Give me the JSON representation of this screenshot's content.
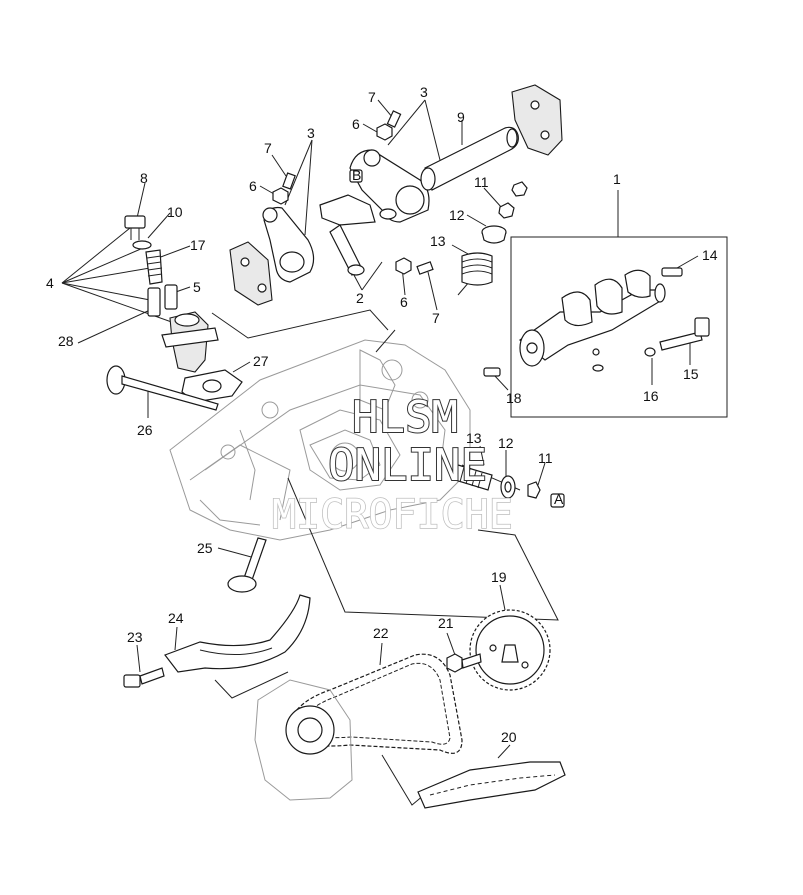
{
  "callouts": [
    {
      "id": "c1",
      "text": "1"
    },
    {
      "id": "c2",
      "text": "2"
    },
    {
      "id": "c3a",
      "text": "3"
    },
    {
      "id": "c3b",
      "text": "3"
    },
    {
      "id": "c4",
      "text": "4"
    },
    {
      "id": "c5",
      "text": "5"
    },
    {
      "id": "c6a",
      "text": "6"
    },
    {
      "id": "c6b",
      "text": "6"
    },
    {
      "id": "c6c",
      "text": "6"
    },
    {
      "id": "c7a",
      "text": "7"
    },
    {
      "id": "c7b",
      "text": "7"
    },
    {
      "id": "c7c",
      "text": "7"
    },
    {
      "id": "c8",
      "text": "8"
    },
    {
      "id": "c9",
      "text": "9"
    },
    {
      "id": "c10",
      "text": "10"
    },
    {
      "id": "c11a",
      "text": "11"
    },
    {
      "id": "c11b",
      "text": "11"
    },
    {
      "id": "c12a",
      "text": "12"
    },
    {
      "id": "c12b",
      "text": "12"
    },
    {
      "id": "c13a",
      "text": "13"
    },
    {
      "id": "c13b",
      "text": "13"
    },
    {
      "id": "c14",
      "text": "14"
    },
    {
      "id": "c15",
      "text": "15"
    },
    {
      "id": "c16",
      "text": "16"
    },
    {
      "id": "c17",
      "text": "17"
    },
    {
      "id": "c18",
      "text": "18"
    },
    {
      "id": "c19",
      "text": "19"
    },
    {
      "id": "c20",
      "text": "20"
    },
    {
      "id": "c21",
      "text": "21"
    },
    {
      "id": "c22",
      "text": "22"
    },
    {
      "id": "c23",
      "text": "23"
    },
    {
      "id": "c24",
      "text": "24"
    },
    {
      "id": "c25",
      "text": "25"
    },
    {
      "id": "c26",
      "text": "26"
    },
    {
      "id": "c27",
      "text": "27"
    },
    {
      "id": "c28",
      "text": "28"
    }
  ],
  "watermark": {
    "line1": "HLSM",
    "line2": "ONLINE",
    "line3": "MICROFICHE"
  },
  "markers": {
    "a": "A",
    "b": "B"
  }
}
